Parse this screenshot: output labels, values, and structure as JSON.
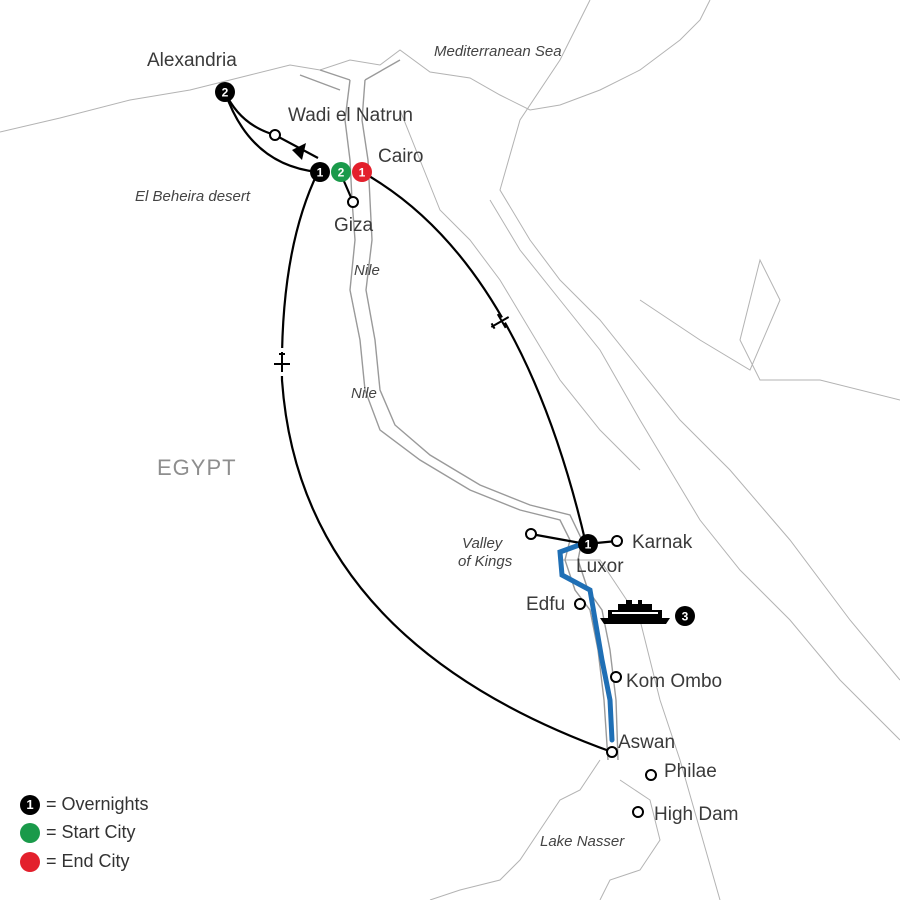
{
  "labels": {
    "mediterranean": "Mediterranean Sea",
    "alexandria": "Alexandria",
    "wadi": "Wadi el Natrun",
    "cairo": "Cairo",
    "el_beheira": "El Beheira desert",
    "giza": "Giza",
    "nile_1": "Nile",
    "nile_2": "Nile",
    "egypt": "EGYPT",
    "valley_line1": "Valley",
    "valley_line2": "of Kings",
    "karnak": "Karnak",
    "luxor": "Luxor",
    "edfu": "Edfu",
    "kom_ombo": "Kom Ombo",
    "aswan": "Aswan",
    "philae": "Philae",
    "high_dam": "High Dam",
    "lake_nasser": "Lake Nasser"
  },
  "badges": {
    "alexandria": "2",
    "cairo_overnight": "1",
    "cairo_start": "2",
    "cairo_end": "1",
    "luxor": "1",
    "cruise": "3"
  },
  "legend": [
    {
      "symbol": "1",
      "text": "= Overnights",
      "color": "#000000"
    },
    {
      "symbol": "",
      "text": "= Start City",
      "color": "#1a9a4a"
    },
    {
      "symbol": "",
      "text": "= End City",
      "color": "#e3202c"
    }
  ],
  "colors": {
    "route": "#000000",
    "cruise": "#1f6fb5",
    "start": "#1a9a4a",
    "end": "#e3202c",
    "border": "#b3b3b3"
  },
  "icons": {
    "plane": "airplane-icon",
    "ship": "cruise-ship-icon",
    "stop": "stop-circle-icon"
  }
}
